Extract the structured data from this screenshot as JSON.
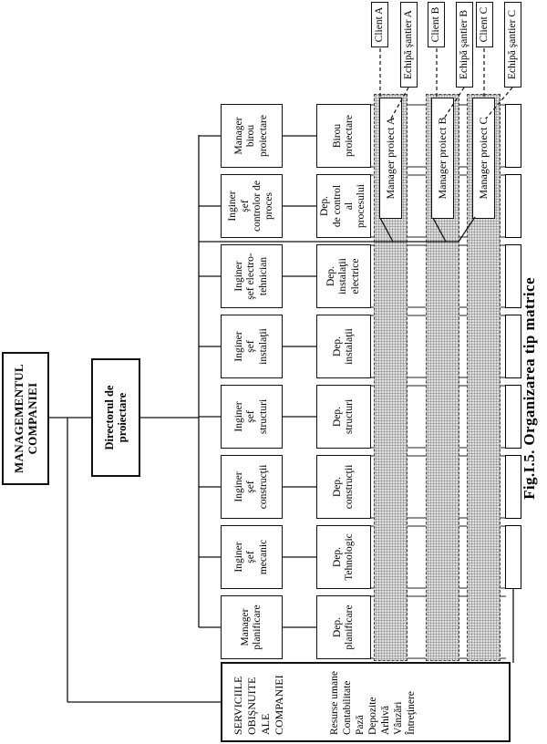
{
  "figure": {
    "caption": "Fig.I.5. Organizarea tip matrice"
  },
  "top": {
    "management": "MANAGEMENTUL\nCOMPANIEI",
    "director": "Directorul de\nproiectare"
  },
  "columns": [
    {
      "manager": "Manager\nplanificare",
      "department": "Dep.\nplanificare"
    },
    {
      "manager": "Inginer\nşef\nmecanic",
      "department": "Dep.\nTehnologic"
    },
    {
      "manager": "Inginer\nşef\nconstrucţii",
      "department": "Dep.\nconstrucţii"
    },
    {
      "manager": "Inginer\nşef\nstructuri",
      "department": "Dep.\nstructuri"
    },
    {
      "manager": "Inginer\nşef\ninstalaţii",
      "department": "Dep.\ninstalaţii"
    },
    {
      "manager": "Inginer\nşef electro-\ntehnician",
      "department": "Dep.\ninstalaţii\nelectrice"
    },
    {
      "manager": "Inginer\nşef\ncontrolor de\nproces",
      "department": "Dep.\nde control\nal\nprocesului"
    },
    {
      "manager": "Manager\nbirou\nproiectare",
      "department": "Birou\nproiectare"
    }
  ],
  "projects": [
    {
      "bar": "Manager proiect A",
      "client": "Client A",
      "team": "Echipă şantier A"
    },
    {
      "bar": "Manager proiect B",
      "client": "Client B",
      "team": "Echipă şantier B"
    },
    {
      "bar": "Manager proiect C",
      "client": "Client C",
      "team": "Echipă şantier C"
    }
  ],
  "services": {
    "title": "SERVICIILE\nOBIŞNUITE\nALE\nCOMPANIEI",
    "items": [
      "Resurse umane",
      "Contabilitate",
      "Pază",
      "Depozite",
      "Arhivă",
      "Vânzări",
      "Întreţinere"
    ]
  },
  "colors": {
    "line": "#000000",
    "hatch_dot": "#8f8f8f",
    "hatch_bg": "#dedede"
  }
}
